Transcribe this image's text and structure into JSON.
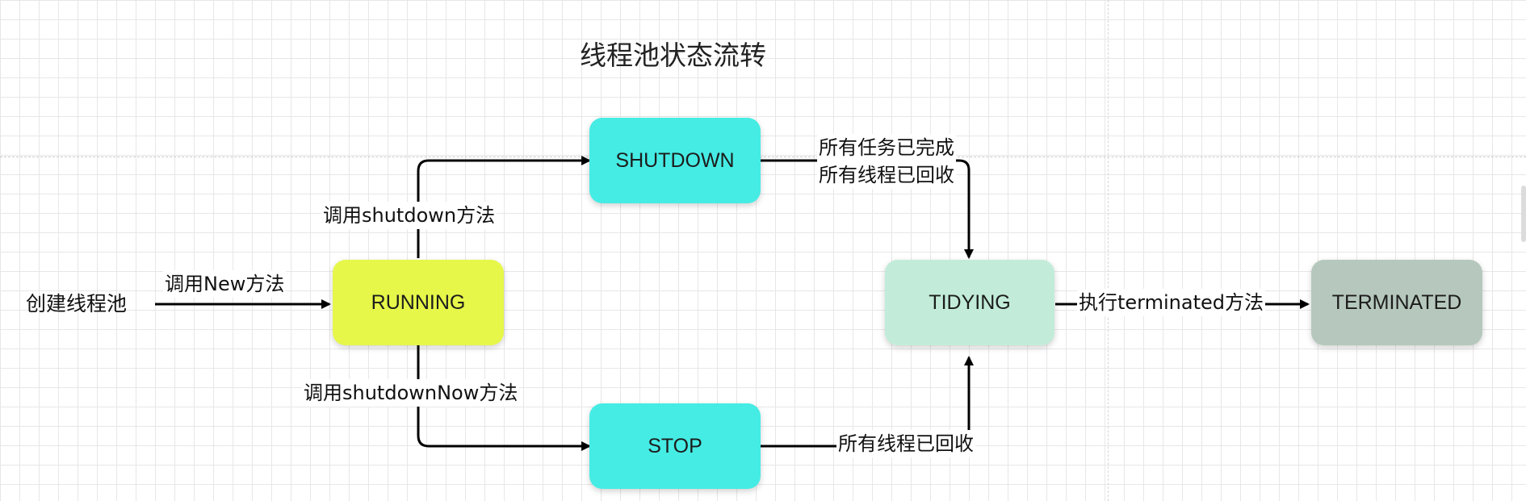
{
  "title": "线程池状态流转",
  "start_label": "创建线程池",
  "states": {
    "running": "RUNNING",
    "shutdown": "SHUTDOWN",
    "stop": "STOP",
    "tidying": "TIDYING",
    "terminated": "TERMINATED"
  },
  "transitions": {
    "create": "调用New方法",
    "to_shutdown": "调用shutdown方法",
    "to_stop": "调用shutdownNow方法",
    "shutdown_to_tidying_line1": "所有任务已完成",
    "shutdown_to_tidying_line2": "所有线程已回收",
    "stop_to_tidying": "所有线程已回收",
    "to_terminated": "执行terminated方法"
  },
  "colors": {
    "running": "#e6f74a",
    "shutdown": "#45ece4",
    "stop": "#45ece4",
    "tidying": "#c2ecd9",
    "terminated": "#b6c8bd",
    "edge": "#000000"
  }
}
